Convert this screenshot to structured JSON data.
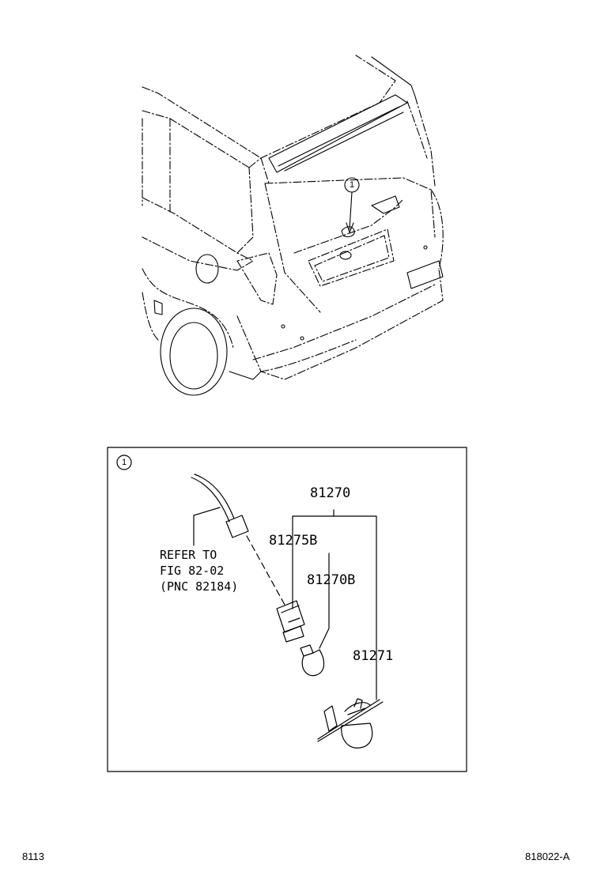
{
  "diagram": {
    "top_callout": "1",
    "inset_callout": "1",
    "parts": {
      "assembly": "81270",
      "socket": "81275B",
      "bulb": "81270B",
      "lens": "81271"
    },
    "reference_note": [
      "REFER TO",
      "FIG 82-02",
      "(PNC 82184)"
    ],
    "footer_left": "8113",
    "footer_right": "818022-A"
  }
}
